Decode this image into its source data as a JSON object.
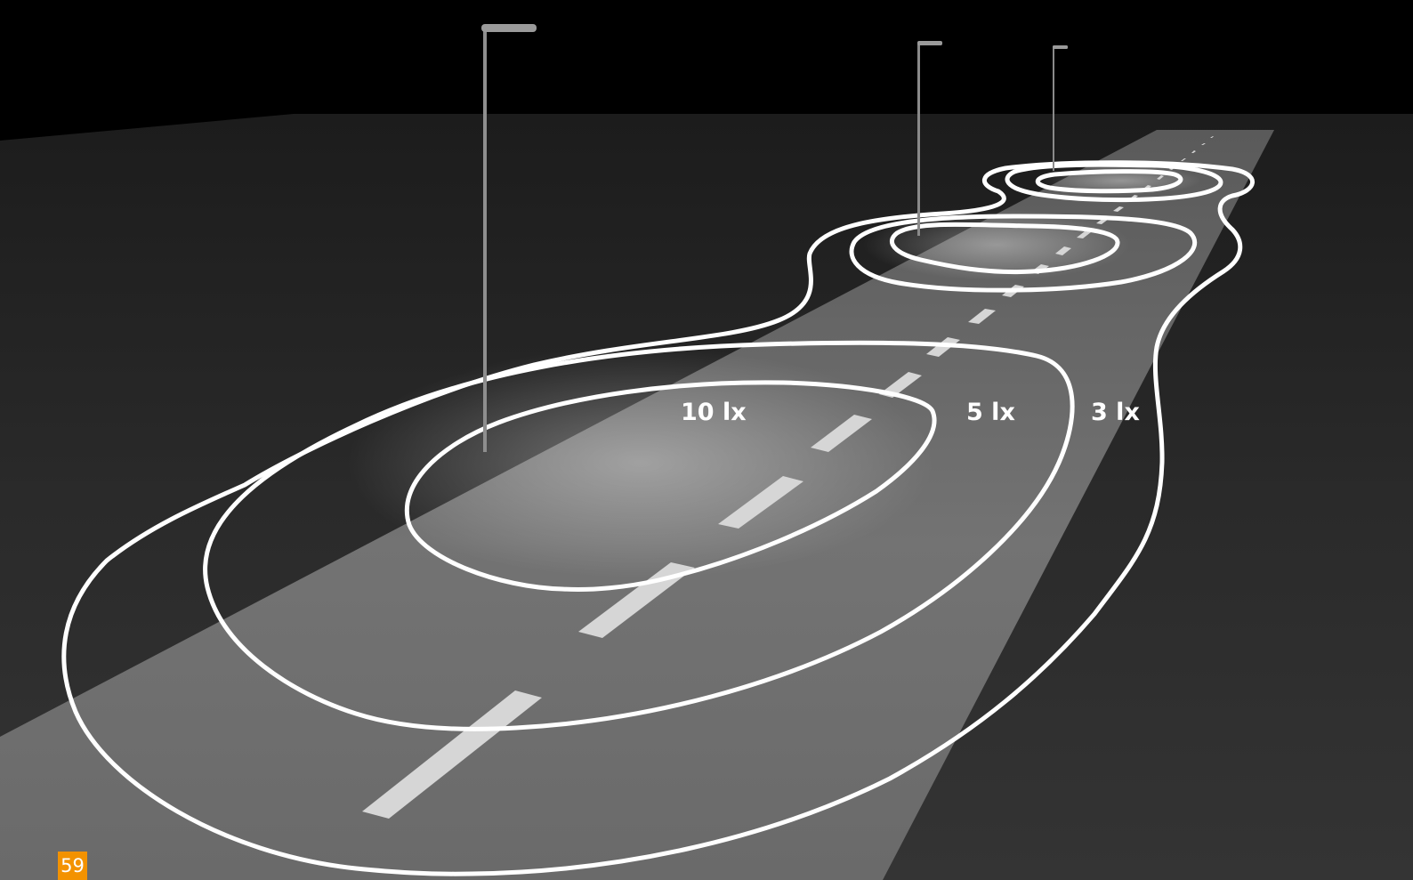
{
  "diagram": {
    "type": "street lighting isolux contours",
    "contour_labels": [
      {
        "text": "10 lx",
        "value": 10,
        "unit": "lx"
      },
      {
        "text": "5 lx",
        "value": 5,
        "unit": "lx"
      },
      {
        "text": "3 lx",
        "value": 3,
        "unit": "lx"
      }
    ],
    "light_poles": 3,
    "colors": {
      "sky": "#000000",
      "ground": "#2a2a2a",
      "road": "#6e6e6e",
      "contour_line": "#ffffff",
      "lane_marking": "#d6d6d6",
      "page_badge": "#f39200"
    }
  },
  "page": {
    "number": "59"
  }
}
